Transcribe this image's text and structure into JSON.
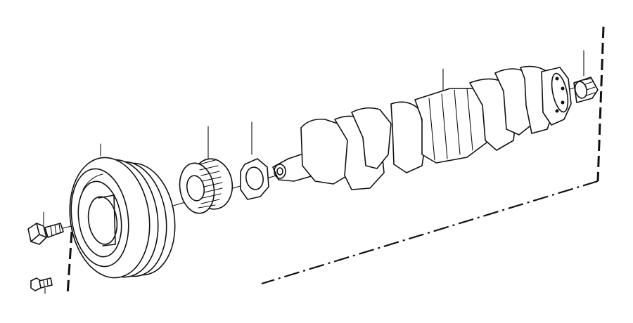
{
  "diagram": {
    "type": "exploded-parts-view",
    "parts": [
      "hex-bolt",
      "small-bolt",
      "vibration-damper-pulley",
      "timing-sprocket",
      "thrust-washer",
      "crankshaft",
      "needle-bearing"
    ],
    "line_color": "#111111",
    "background": "#ffffff"
  }
}
